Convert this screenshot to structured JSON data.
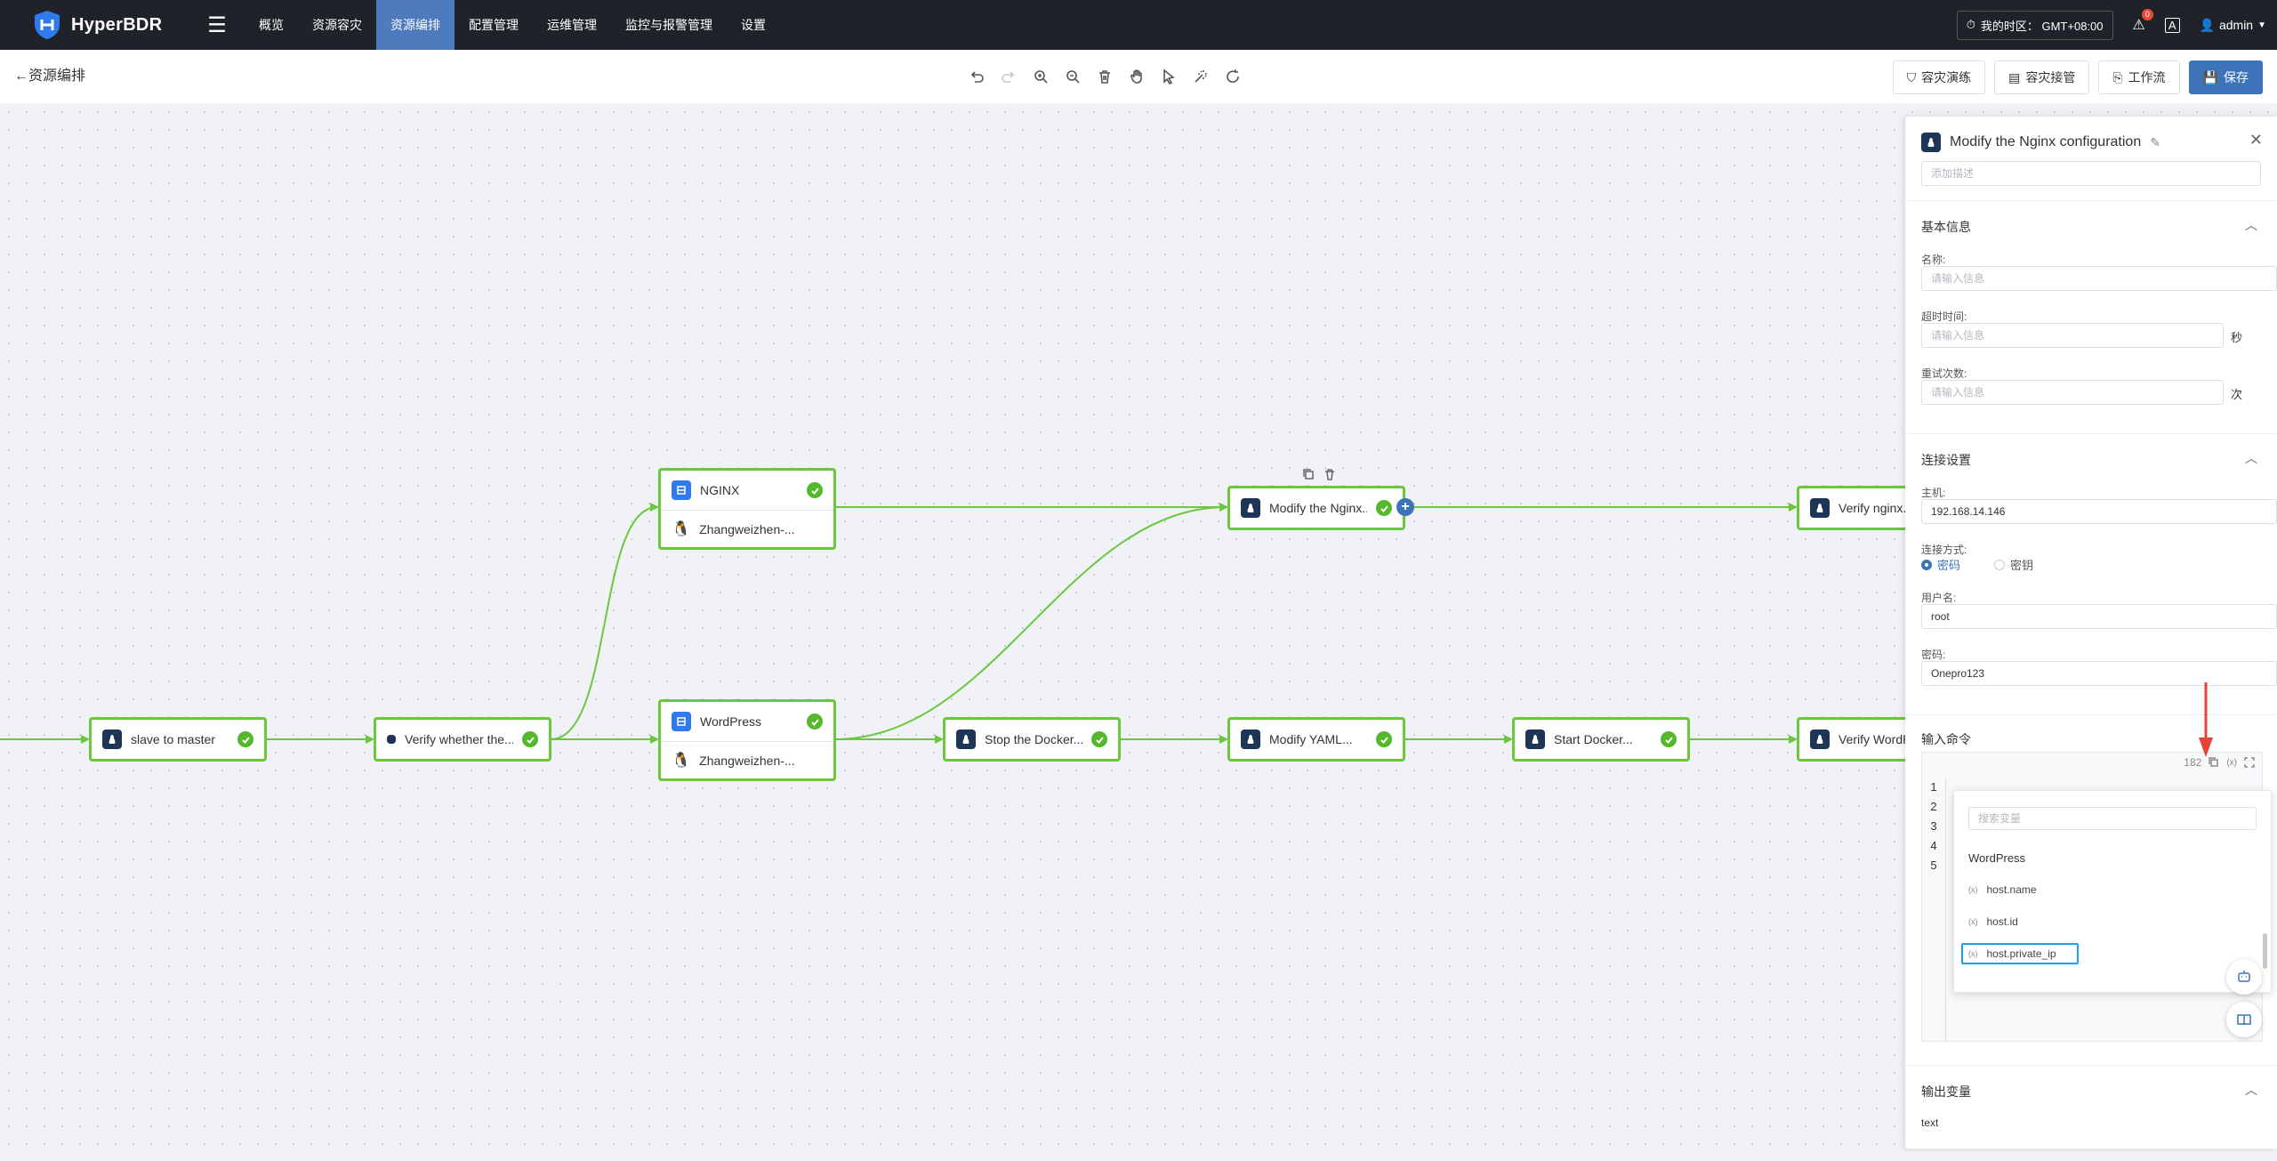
{
  "app": {
    "name": "HyperBDR"
  },
  "nav": {
    "items": [
      {
        "label": "概览"
      },
      {
        "label": "资源容灾"
      },
      {
        "label": "资源编排",
        "active": true
      },
      {
        "label": "配置管理"
      },
      {
        "label": "运维管理"
      },
      {
        "label": "监控与报警管理"
      },
      {
        "label": "设置"
      }
    ],
    "timezone": "我的时区：  GMT+08:00",
    "notification_count": "0",
    "user": "admin"
  },
  "toolbar": {
    "back_label": "资源编排",
    "buttons": {
      "drill": "容灾演练",
      "takeover": "容灾接管",
      "workflow": "工作流",
      "save": "保存"
    }
  },
  "nodes": {
    "slave": {
      "label": "slave to master"
    },
    "verify1": {
      "label": "Verify whether the..."
    },
    "nginx": {
      "label": "NGINX",
      "sub": "Zhangweizhen-..."
    },
    "wordpress": {
      "label": "WordPress",
      "sub": "Zhangweizhen-..."
    },
    "modify_nginx": {
      "label": "Modify the Nginx..."
    },
    "stop_docker": {
      "label": "Stop the Docker..."
    },
    "modify_yaml": {
      "label": "Modify YAML..."
    },
    "start_docker": {
      "label": "Start Docker..."
    },
    "verify_nginx": {
      "label": "Verify nginx..."
    },
    "verify_wp": {
      "label": "Verify WordP..."
    }
  },
  "panel": {
    "title": "Modify the Nginx configuration",
    "desc_placeholder": "添加描述",
    "basic": {
      "title": "基本信息",
      "name_label": "名称:",
      "name_placeholder": "请输入信息",
      "timeout_label": "超时时间:",
      "timeout_placeholder": "请输入信息",
      "timeout_unit": "秒",
      "retry_label": "重试次数:",
      "retry_placeholder": "请输入信息",
      "retry_unit": "次"
    },
    "connection": {
      "title": "连接设置",
      "host_label": "主机:",
      "host_value": "192.168.14.146",
      "method_label": "连接方式:",
      "method_password": "密码",
      "method_key": "密钥",
      "username_label": "用户名:",
      "username_value": "root",
      "password_label": "密码:",
      "password_value": "Onepro123"
    },
    "command": {
      "title": "输入命令",
      "char_count": "182",
      "line_numbers": [
        "1",
        "2",
        "3",
        "4",
        "5"
      ]
    },
    "variable_dropdown": {
      "search_placeholder": "搜索变量",
      "group": "WordPress",
      "var_icon": "(x)",
      "items": [
        "host.name",
        "host.id",
        "host.private_ip"
      ]
    },
    "output": {
      "title": "输出变量",
      "value": "text"
    }
  },
  "colors": {
    "accent": "#3d73b9",
    "edge": "#6ac83e",
    "topbar": "#1f2329"
  }
}
